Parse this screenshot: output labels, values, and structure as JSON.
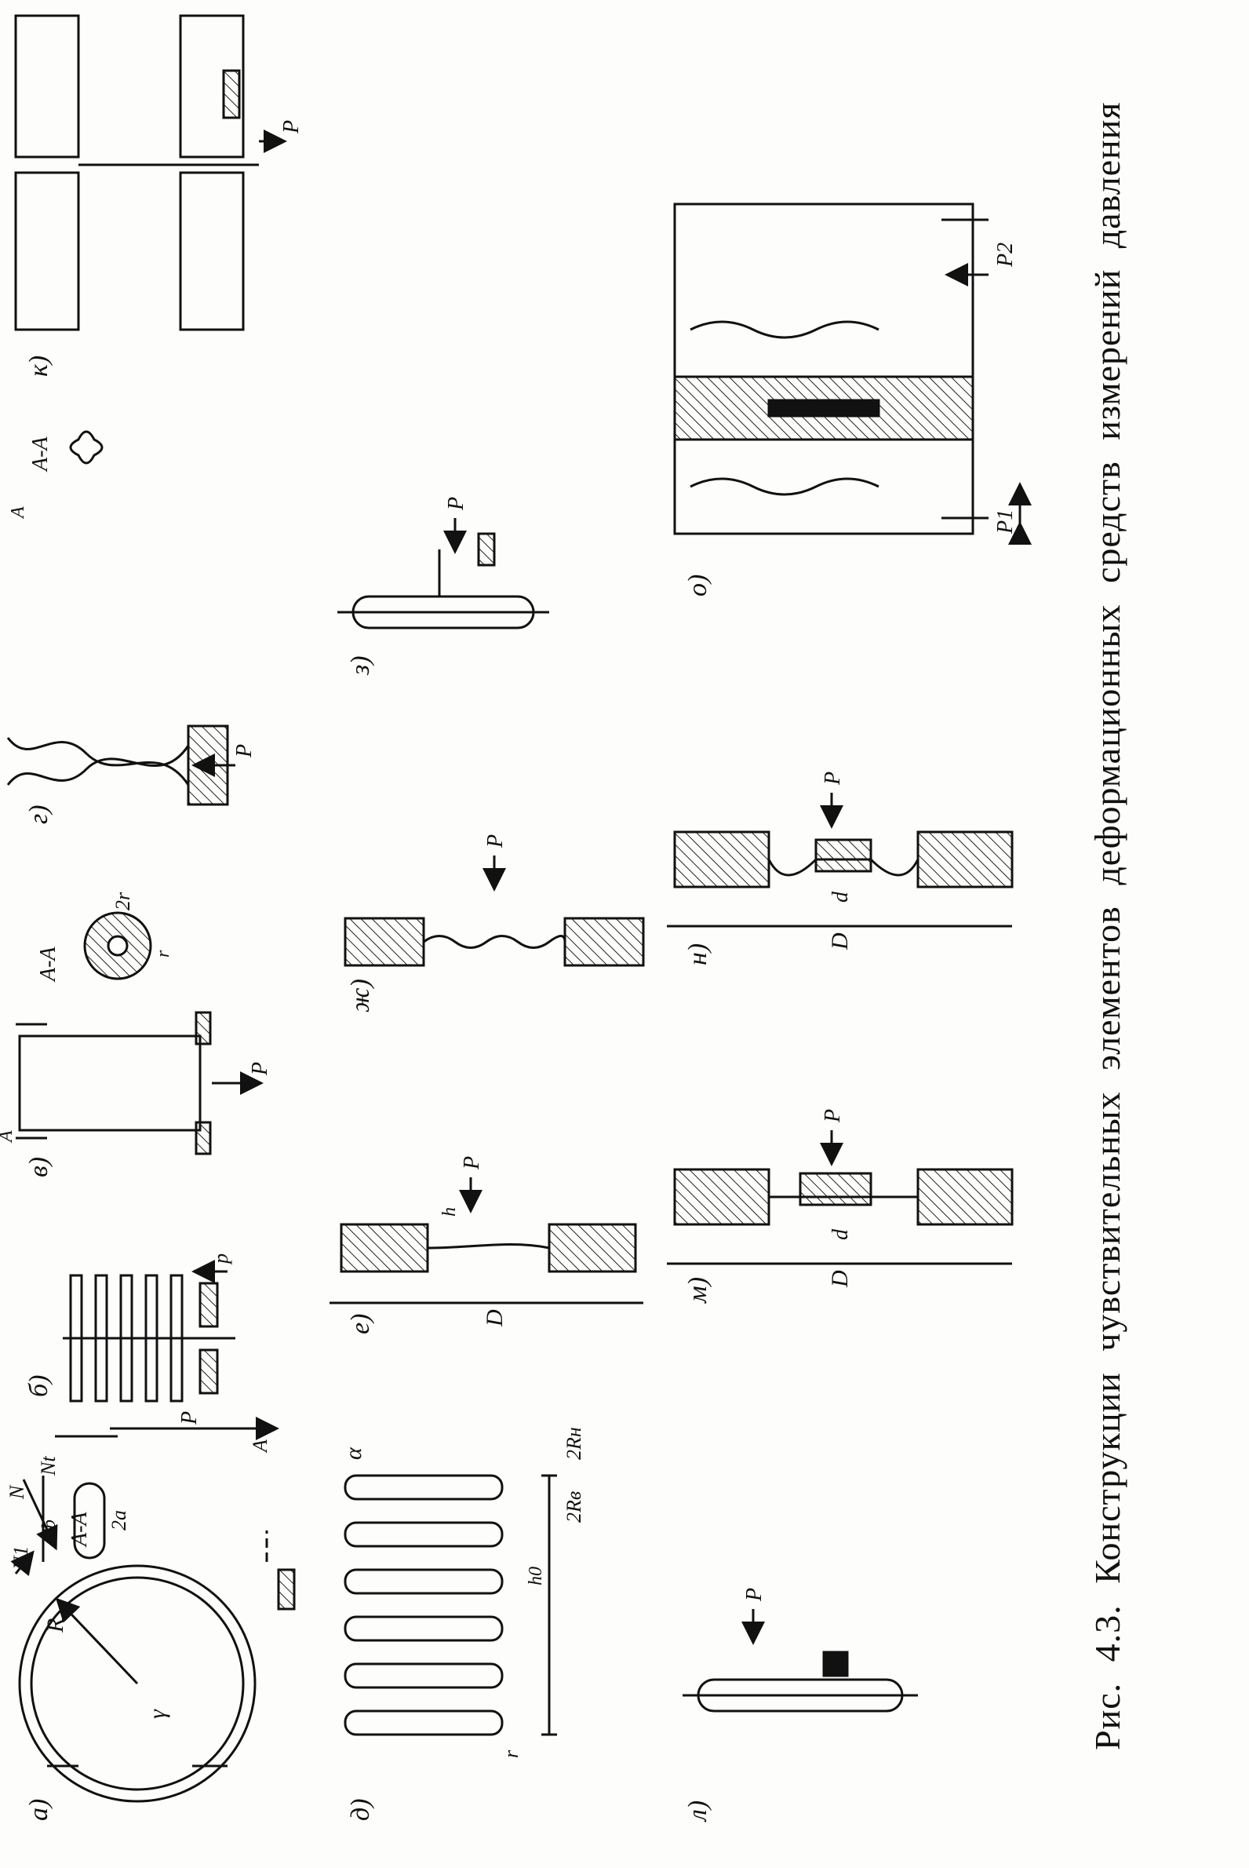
{
  "caption": "Рис. 4.3. Конструкции чувствительных элементов деформационных средств измерений давления",
  "panels": {
    "a": {
      "label": "а)",
      "section": "A-A",
      "marks": {
        "A": "A",
        "gamma": "γ",
        "R": "R",
        "N": "N",
        "Nt": "Nt",
        "N1": "N1",
        "dim_2a": "2a",
        "dim_2b": "2b",
        "P": "P"
      }
    },
    "b": {
      "label": "б)",
      "P": "p"
    },
    "v": {
      "label": "в)",
      "section": "A-A",
      "marks": {
        "A": "A",
        "P": "P",
        "dim_2r": "2r",
        "dim_r": "r"
      }
    },
    "g": {
      "label": "г)",
      "section": "A-A",
      "marks": {
        "A": "A",
        "P": "P"
      }
    },
    "d": {
      "label": "д)",
      "marks": {
        "alpha": "α",
        "r": "r",
        "h0": "h0",
        "Rv": "2Rв",
        "Rn": "2Rн"
      }
    },
    "e": {
      "label": "е)",
      "marks": {
        "D": "D",
        "h": "h",
        "P": "P"
      }
    },
    "zh": {
      "label": "ж)",
      "marks": {
        "P": "P"
      }
    },
    "z": {
      "label": "з)",
      "marks": {
        "P": "P"
      }
    },
    "k": {
      "label": "к)",
      "marks": {
        "P": "P"
      }
    },
    "l": {
      "label": "л)",
      "marks": {
        "P": "P"
      }
    },
    "m": {
      "label": "м)",
      "marks": {
        "D": "D",
        "d": "d",
        "P": "P"
      }
    },
    "n": {
      "label": "н)",
      "marks": {
        "D": "D",
        "d": "d",
        "P": "P"
      }
    },
    "o": {
      "label": "о)",
      "marks": {
        "P1": "P1",
        "P2": "P2"
      }
    }
  }
}
